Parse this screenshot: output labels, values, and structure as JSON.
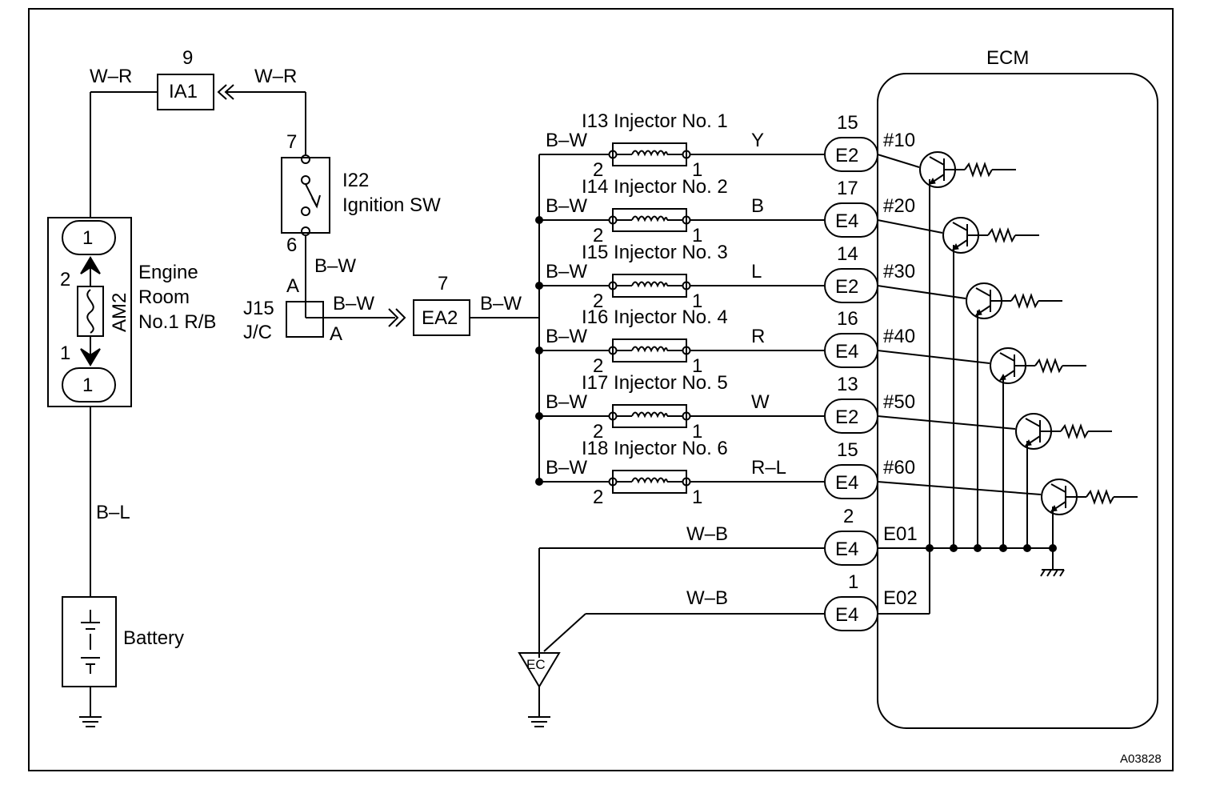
{
  "diagram_code": "A03828",
  "ecm": {
    "label": "ECM",
    "pins": [
      "#10",
      "#20",
      "#30",
      "#40",
      "#50",
      "#60",
      "E01",
      "E02"
    ]
  },
  "battery": {
    "label": "Battery",
    "wire": "B–L"
  },
  "relay_block": {
    "line1": "Engine",
    "line2": "Room",
    "line3": "No.1 R/B",
    "fuse": "AM2",
    "pin_top": "1",
    "pin_bottom": "1",
    "fuse_pin_top": "2",
    "fuse_pin_bottom": "1"
  },
  "ia1": {
    "label": "IA1",
    "pin": "9",
    "wire_left": "W–R",
    "wire_right": "W–R"
  },
  "ignition_switch": {
    "line1": "I22",
    "line2": "Ignition SW",
    "pin_top": "7",
    "pin_bottom": "6",
    "wire_out": "B–W"
  },
  "jc": {
    "line1": "J15",
    "line2": "J/C",
    "pin_in": "A",
    "pin_out": "A",
    "wire_out": "B–W"
  },
  "ea2": {
    "label": "EA2",
    "pin": "7",
    "wire_out": "B–W"
  },
  "injectors": [
    {
      "name": "I13 Injector No. 1",
      "wire_in": "B–W",
      "wire_out": "Y",
      "pin_in": "2",
      "pin_out": "1",
      "connector": "E2",
      "connector_pin": "15",
      "ecm_pin": "#10"
    },
    {
      "name": "I14 Injector No. 2",
      "wire_in": "B–W",
      "wire_out": "B",
      "pin_in": "2",
      "pin_out": "1",
      "connector": "E4",
      "connector_pin": "17",
      "ecm_pin": "#20"
    },
    {
      "name": "I15 Injector No. 3",
      "wire_in": "B–W",
      "wire_out": "L",
      "pin_in": "2",
      "pin_out": "1",
      "connector": "E2",
      "connector_pin": "14",
      "ecm_pin": "#30"
    },
    {
      "name": "I16 Injector No. 4",
      "wire_in": "B–W",
      "wire_out": "R",
      "pin_in": "2",
      "pin_out": "1",
      "connector": "E4",
      "connector_pin": "16",
      "ecm_pin": "#40"
    },
    {
      "name": "I17 Injector No. 5",
      "wire_in": "B–W",
      "wire_out": "W",
      "pin_in": "2",
      "pin_out": "1",
      "connector": "E2",
      "connector_pin": "13",
      "ecm_pin": "#50"
    },
    {
      "name": "I18 Injector No. 6",
      "wire_in": "B–W",
      "wire_out": "R–L",
      "pin_in": "2",
      "pin_out": "1",
      "connector": "E4",
      "connector_pin": "15",
      "ecm_pin": "#60"
    }
  ],
  "grounds": [
    {
      "connector": "E4",
      "connector_pin": "2",
      "wire": "W–B",
      "ecm_pin": "E01"
    },
    {
      "connector": "E4",
      "connector_pin": "1",
      "wire": "W–B",
      "ecm_pin": "E02"
    }
  ],
  "ground_point": {
    "label": "EC"
  }
}
